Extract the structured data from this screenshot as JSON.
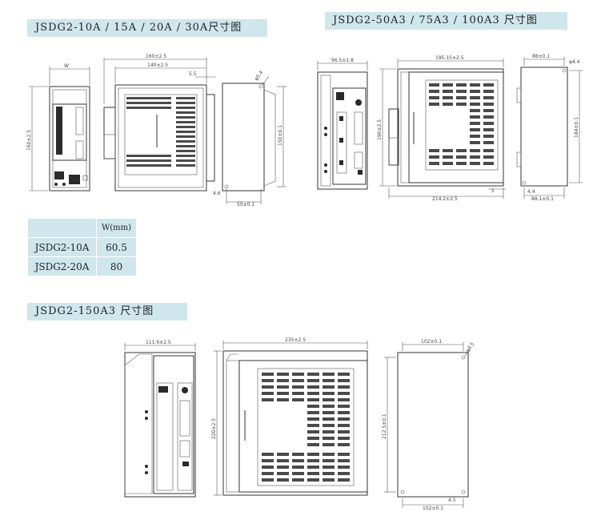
{
  "banners": {
    "series_a": "JSDG2-10A / 15A / 20A / 30A尺寸图",
    "series_b": "JSDG2-50A3 / 75A3 / 100A3 尺寸图",
    "series_c": "JSDG2-150A3 尺寸图"
  },
  "width_table": {
    "header": [
      "",
      "W(mm)"
    ],
    "rows": [
      {
        "model": "JSDG2-10A",
        "w": "60.5"
      },
      {
        "model": "JSDG2-20A",
        "w": "80"
      }
    ]
  },
  "dims_a": {
    "w_top": "W",
    "height": "160±2.5",
    "depth_total": "160±2.5",
    "depth_body": "140±2.5",
    "small": "5.5",
    "hole": "φ5.4",
    "mount_h": "150±0.1",
    "mount_w": "50±0.1",
    "bottom": "4.6"
  },
  "dims_b": {
    "w_top": "96.5±1.8",
    "height": "190±2.5",
    "depth_top": "195.15±2.5",
    "depth_bottom": "214.2±2.5",
    "small": "5",
    "mount_top": "88±0.1",
    "hole": "φ4.4",
    "mount_h": "184±0.1",
    "small_b": "4.4",
    "mount_w": "88.1±0.1"
  },
  "dims_c": {
    "w_top": "111.6±2.5",
    "depth_top": "235±2.5",
    "height": "220±2.5",
    "mount_top": "102±0.1",
    "hole": "φ4.5",
    "mount_h": "212.5±0.1",
    "small": "4.5",
    "mount_bottom": "102±0.1"
  }
}
